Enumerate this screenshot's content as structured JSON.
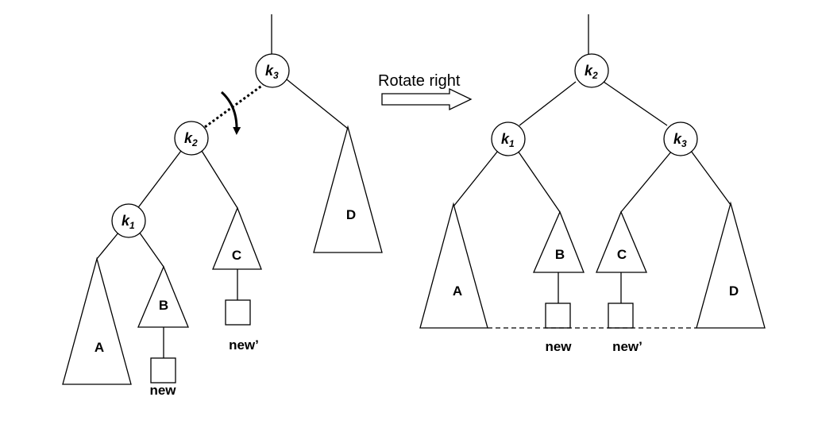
{
  "caption": "Rotate right",
  "colors": {
    "stroke": "#000000",
    "fill": "#ffffff"
  },
  "before": {
    "nodes": {
      "k3": {
        "base": "k",
        "sub": "3"
      },
      "k2": {
        "base": "k",
        "sub": "2"
      },
      "k1": {
        "base": "k",
        "sub": "1"
      }
    },
    "subtrees": {
      "A": "A",
      "B": "B",
      "C": "C",
      "D": "D"
    },
    "inserted": {
      "under_B": "new",
      "under_C": "new’"
    }
  },
  "after": {
    "nodes": {
      "k2": {
        "base": "k",
        "sub": "2"
      },
      "k1": {
        "base": "k",
        "sub": "1"
      },
      "k3": {
        "base": "k",
        "sub": "3"
      }
    },
    "subtrees": {
      "A": "A",
      "B": "B",
      "C": "C",
      "D": "D"
    },
    "inserted": {
      "under_B": "new",
      "under_C": "new’"
    }
  }
}
